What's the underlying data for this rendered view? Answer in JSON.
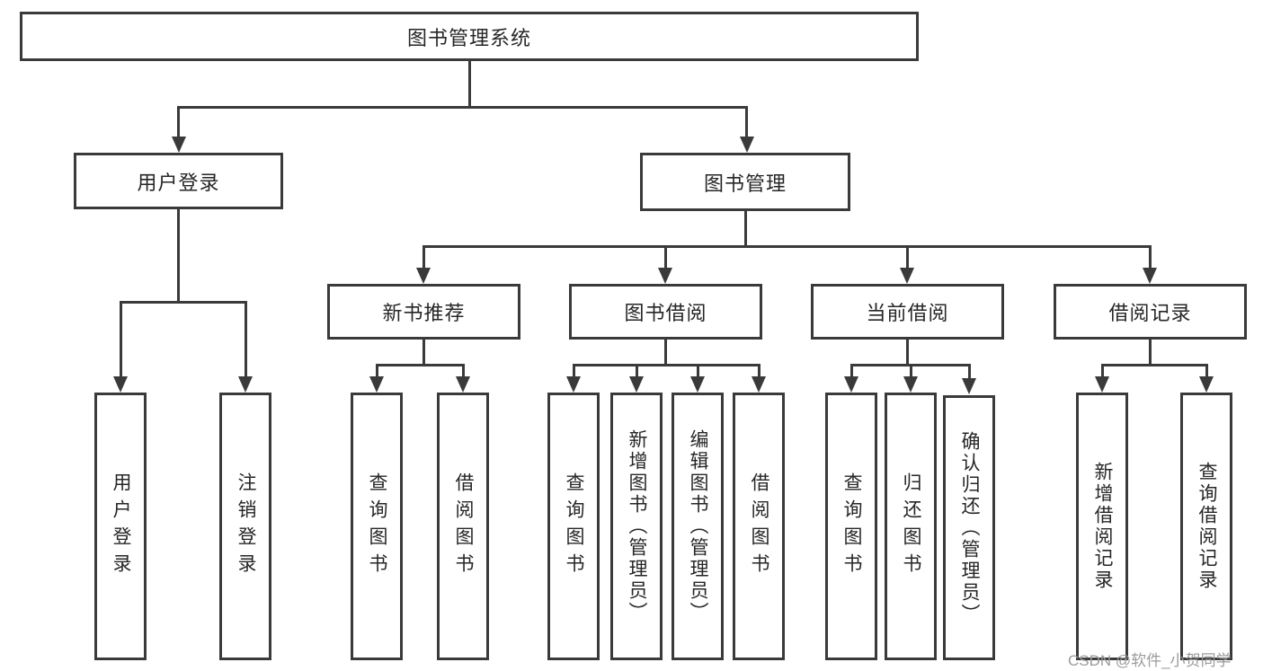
{
  "diagram": {
    "title_node": {
      "label": "图书管理系统"
    },
    "level2": [
      {
        "label": "用户登录"
      },
      {
        "label": "图书管理"
      }
    ],
    "level3": [
      {
        "label": "新书推荐"
      },
      {
        "label": "图书借阅"
      },
      {
        "label": "当前借阅"
      },
      {
        "label": "借阅记录"
      }
    ],
    "leaves": {
      "user": [
        {
          "label": "用户登录"
        },
        {
          "label": "注销登录"
        }
      ],
      "newbook": [
        {
          "label": "查询图书"
        },
        {
          "label": "借阅图书"
        }
      ],
      "borrow": [
        {
          "label": "查询图书"
        },
        {
          "label": "新增图书（管理员）"
        },
        {
          "label": "编辑图书（管理员）"
        },
        {
          "label": "借阅图书"
        }
      ],
      "current": [
        {
          "label": "查询图书"
        },
        {
          "label": "归还图书"
        },
        {
          "label": "确认归还（管理员）"
        }
      ],
      "records": [
        {
          "label": "新增借阅记录"
        },
        {
          "label": "查询借阅记录"
        }
      ]
    },
    "colors": {
      "line": "#3a3a3a",
      "box_border": "#3a3a3a",
      "box_fill": "#ffffff",
      "text": "#262626",
      "watermark": "#9b9b9b"
    },
    "watermark": "CSDN @软件_小贺同学"
  }
}
